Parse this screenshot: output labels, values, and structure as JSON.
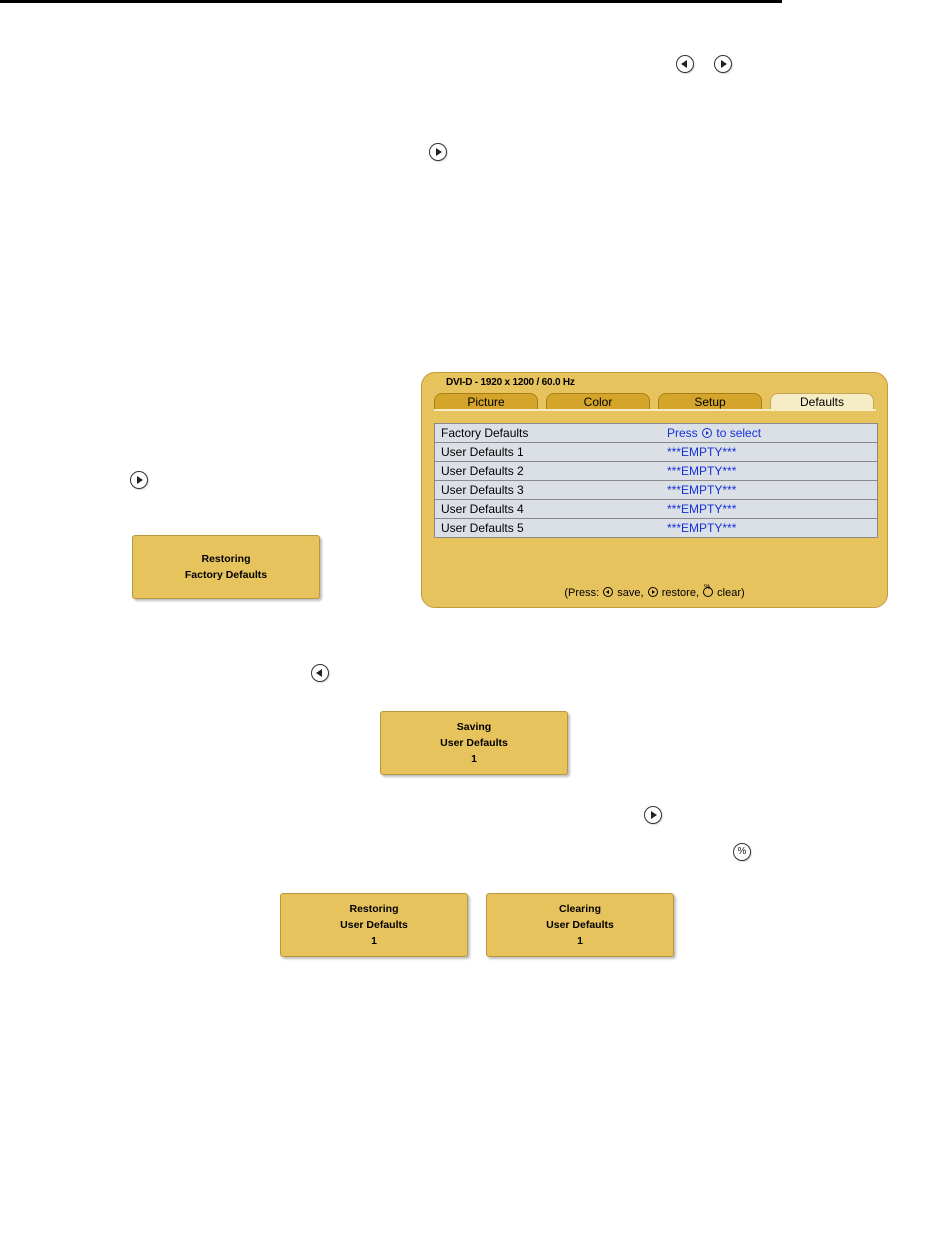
{
  "osd": {
    "title": "DVI-D - 1920 x 1200 / 60.0 Hz",
    "tabs": [
      "Picture",
      "Color",
      "Setup",
      "Defaults"
    ],
    "rows": [
      {
        "label": "Factory Defaults",
        "value_pre": "Press",
        "value_post": "to select"
      },
      {
        "label": "User Defaults 1",
        "value": "***EMPTY***"
      },
      {
        "label": "User Defaults 2",
        "value": "***EMPTY***"
      },
      {
        "label": "User Defaults 3",
        "value": "***EMPTY***"
      },
      {
        "label": "User Defaults 4",
        "value": "***EMPTY***"
      },
      {
        "label": "User Defaults 5",
        "value": "***EMPTY***"
      }
    ],
    "footer": {
      "open": "(Press:",
      "save": "save,",
      "restore": "restore,",
      "clear": "clear)"
    }
  },
  "messages": {
    "restore_factory": {
      "line1": "Restoring",
      "line2": "Factory Defaults"
    },
    "save_user": {
      "line1": "Saving",
      "line2": "User Defaults",
      "line3": "1"
    },
    "restore_user": {
      "line1": "Restoring",
      "line2": "User Defaults",
      "line3": "1"
    },
    "clear_user": {
      "line1": "Clearing",
      "line2": "User Defaults",
      "line3": "1"
    }
  },
  "icons": {
    "left": "left-arrow-button-icon",
    "right": "right-arrow-button-icon",
    "special": "percent-button-icon",
    "special_glyph": "%"
  }
}
